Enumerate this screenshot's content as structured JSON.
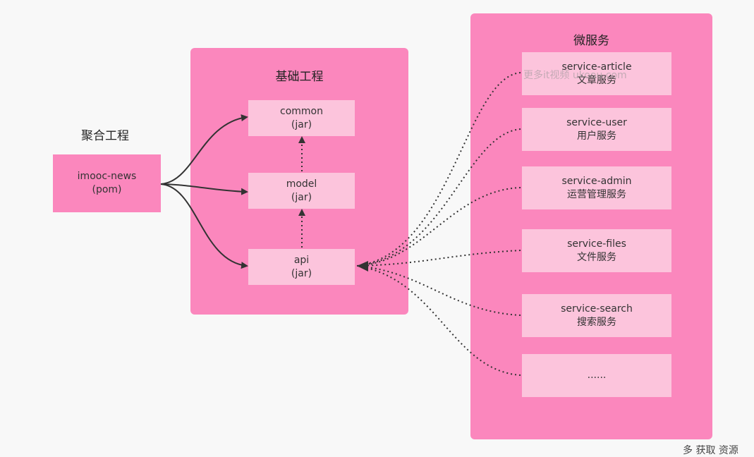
{
  "aggregate": {
    "title": "聚合工程",
    "box_line1": "imooc-news",
    "box_line2": "(pom)"
  },
  "base": {
    "title": "基础工程",
    "common": {
      "line1": "common",
      "line2": "(jar)"
    },
    "model": {
      "line1": "model",
      "line2": "(jar)"
    },
    "api": {
      "line1": "api",
      "line2": "(jar)"
    }
  },
  "micro": {
    "title": "微服务",
    "services": [
      {
        "line1": "service-article",
        "line2": "文章服务"
      },
      {
        "line1": "service-user",
        "line2": "用户服务"
      },
      {
        "line1": "service-admin",
        "line2": "运营管理服务"
      },
      {
        "line1": "service-files",
        "line2": "文件服务"
      },
      {
        "line1": "service-search",
        "line2": "搜索服务"
      },
      {
        "line1": "......",
        "line2": ""
      }
    ]
  },
  "watermark": "更多it视频 ukoou.com",
  "corner_text": "多 获取 资源",
  "colors": {
    "group_fill": "#fb87bd",
    "box_fill": "#fcc4dc",
    "arrow": "#333333"
  }
}
